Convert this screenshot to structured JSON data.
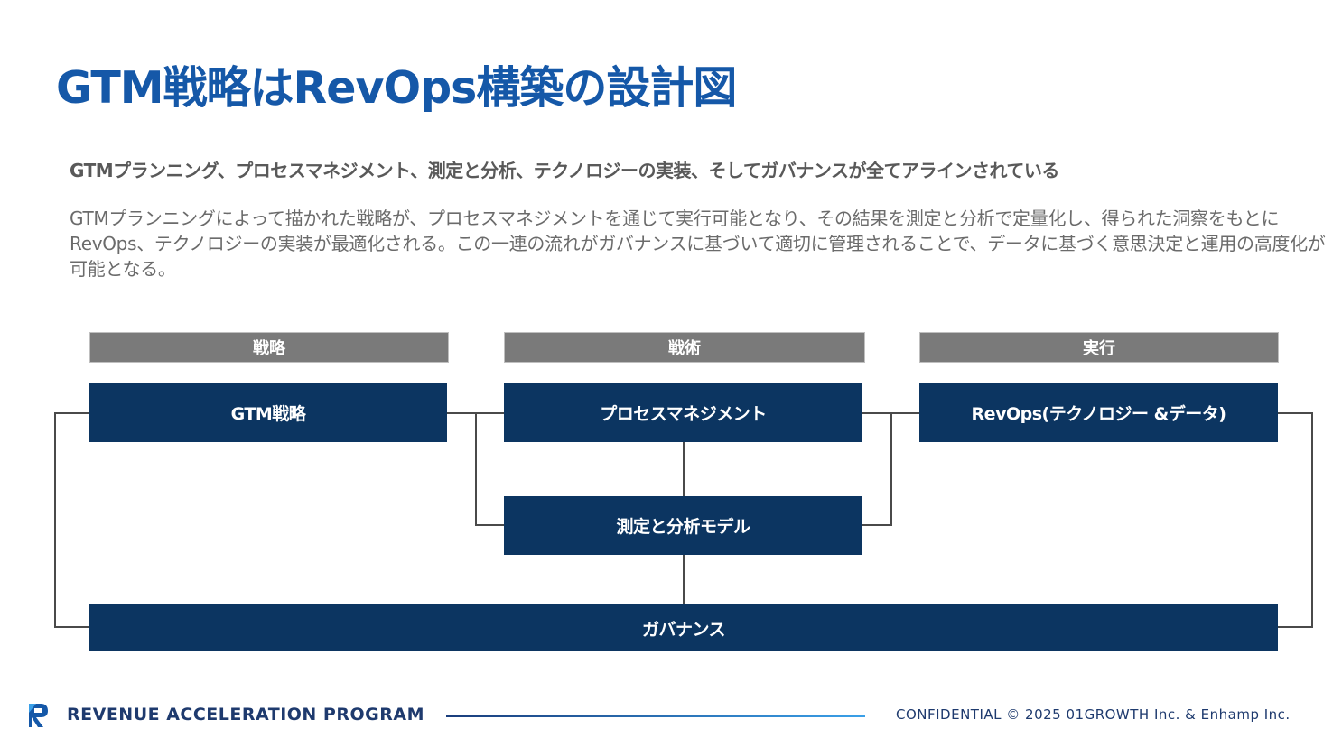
{
  "slide": {
    "title": "GTM戦略はRevOps構築の設計図",
    "subtitle": "GTMプランニング、プロセスマネジメント、測定と分析、テクノロジーの実装、そしてガバナンスが全てアラインされている",
    "body": "GTMプランニングによって描かれた戦略が、プロセスマネジメントを通じて実行可能となり、その結果を測定と分析で定量化し、得られた洞察をもとにRevOps、テクノロジーの実装が最適化される。この一連の流れがガバナンスに基づいて適切に管理されることで、データに基づく意思決定と運用の高度化が可能となる。"
  },
  "diagram": {
    "phases": [
      "戦略",
      "戦術",
      "実行"
    ],
    "boxes": {
      "gtm": "GTM戦略",
      "process": "プロセスマネジメント",
      "measure": "測定と分析モデル",
      "revops": "RevOps(テクノロジー &データ)",
      "governance": "ガバナンス"
    }
  },
  "footer": {
    "brand": "REVENUE ACCELERATION PROGRAM",
    "confidential": "CONFIDENTIAL © 2025 01GROWTH Inc. & Enhamp Inc."
  },
  "colors": {
    "title": "#1558a8",
    "box": "#0c3561",
    "phase": "#7a7a7a"
  }
}
